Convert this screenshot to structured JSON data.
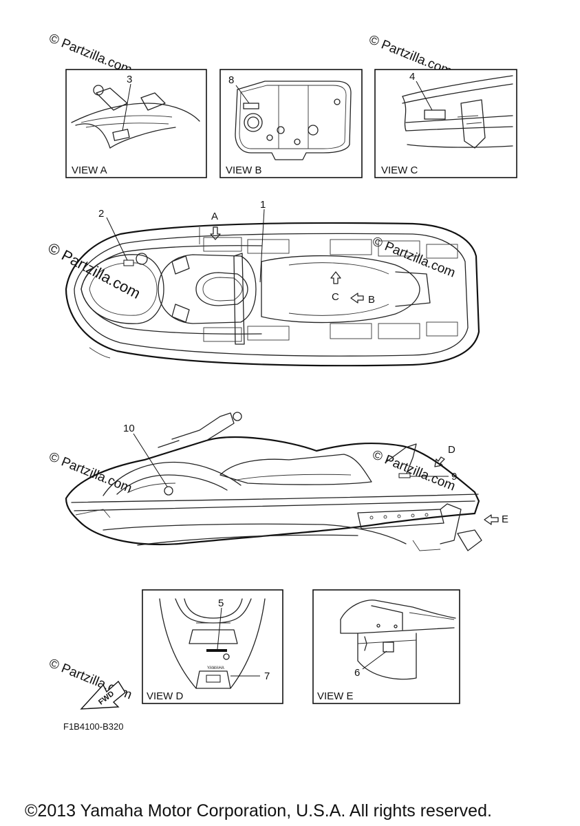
{
  "watermark": {
    "text": "© Partzilla.com"
  },
  "views": {
    "a": "VIEW A",
    "b": "VIEW B",
    "c": "VIEW C",
    "d": "VIEW D",
    "e": "VIEW E"
  },
  "callouts": [
    "1",
    "2",
    "3",
    "4",
    "5",
    "6",
    "7",
    "8",
    "9",
    "10"
  ],
  "view_markers": {
    "a": "A",
    "b": "B",
    "c": "C",
    "d": "D",
    "e": "E"
  },
  "badges": {
    "fwd": "FWD",
    "yamaha": "YAMAHA"
  },
  "drawing_code": "F1B4100-B320",
  "copyright": "©2013 Yamaha Motor Corporation, U.S.A. All rights reserved."
}
